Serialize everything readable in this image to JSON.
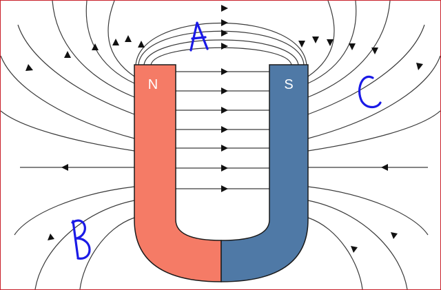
{
  "magnet": {
    "north_label": "N",
    "south_label": "S",
    "north_color": "#f57b66",
    "south_color": "#4f79a6",
    "outline_color": "#1a1a1a"
  },
  "annotations": [
    "A",
    "B",
    "C"
  ],
  "field_lines": {
    "color": "#3a3a3a",
    "arrow_color": "#111111"
  },
  "frame_border_color": "#c8202a",
  "annotation_color": "#1a1ae6"
}
